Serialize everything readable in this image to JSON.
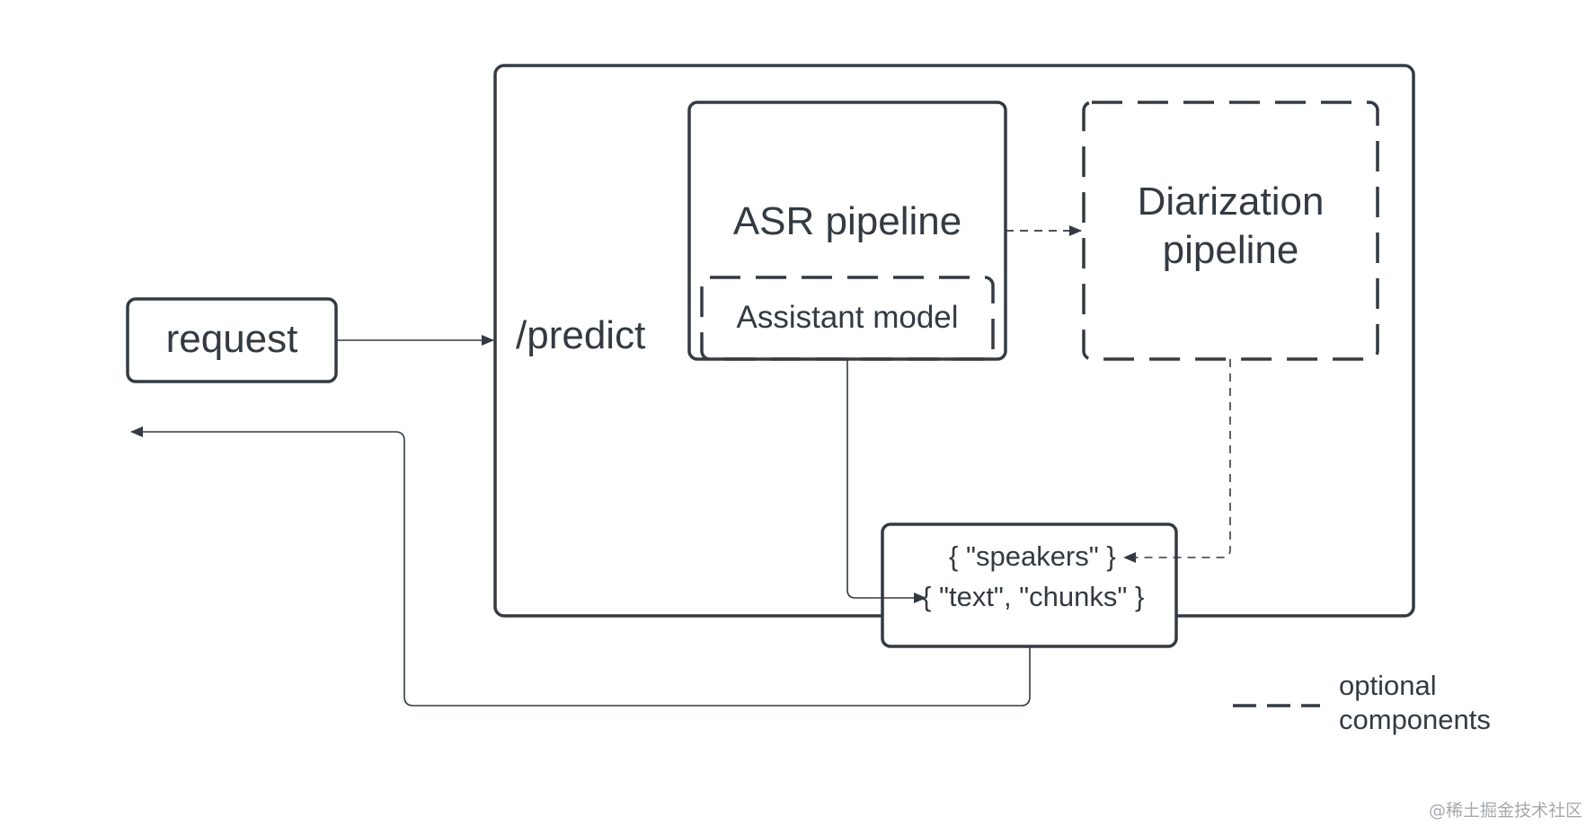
{
  "nodes": {
    "request": "request",
    "predict": "/predict",
    "asr_pipeline": "ASR pipeline",
    "assistant_model": "Assistant model",
    "diarization_pipeline_line1": "Diarization",
    "diarization_pipeline_line2": "pipeline",
    "output_speakers": "{ \"speakers\" }",
    "output_text_chunks": "{ \"text\", \"chunks\" }"
  },
  "legend": {
    "line1": "optional",
    "line2": "components",
    "style": "dashed"
  },
  "watermark": "@稀土掘金技术社区",
  "colors": {
    "stroke": "#333a42",
    "text": "#333a42",
    "watermark": "#a3a8ad",
    "background": "#ffffff"
  }
}
